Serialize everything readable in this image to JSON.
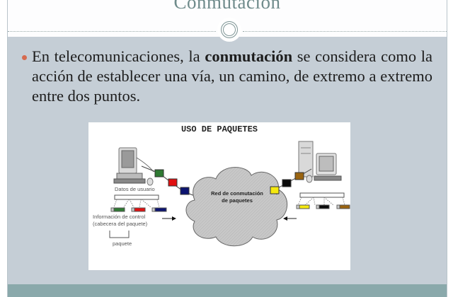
{
  "slide": {
    "title": "Conmutación",
    "bullet": {
      "prefix": "En telecomunicaciones, la ",
      "bold": "conmutación",
      "suffix": " se considera como la acción de establecer una vía, un camino, de extremo a extremo entre dos puntos."
    }
  },
  "figure": {
    "title": "USO DE PAQUETES",
    "cloud_label_line1": "Red de conmutación",
    "cloud_label_line2": "de paquetes",
    "user_data_label": "Datos de usuario",
    "control_info_line1": "Información de control",
    "control_info_line2": "(cabecera del paquete)",
    "packet_label": "paquete",
    "left_packets": [
      "#2f7a33",
      "#e01010",
      "#0c1470"
    ],
    "right_packets": [
      "#f5e90f",
      "#0a0a0a",
      "#9a6410"
    ],
    "arrows": {
      "left_side": "right",
      "right_side": "left"
    }
  },
  "colors": {
    "body_bg": "#c5ced6",
    "title": "#6f8b8b",
    "bullet": "#d66a4f",
    "footer": "#8aa9ab"
  }
}
